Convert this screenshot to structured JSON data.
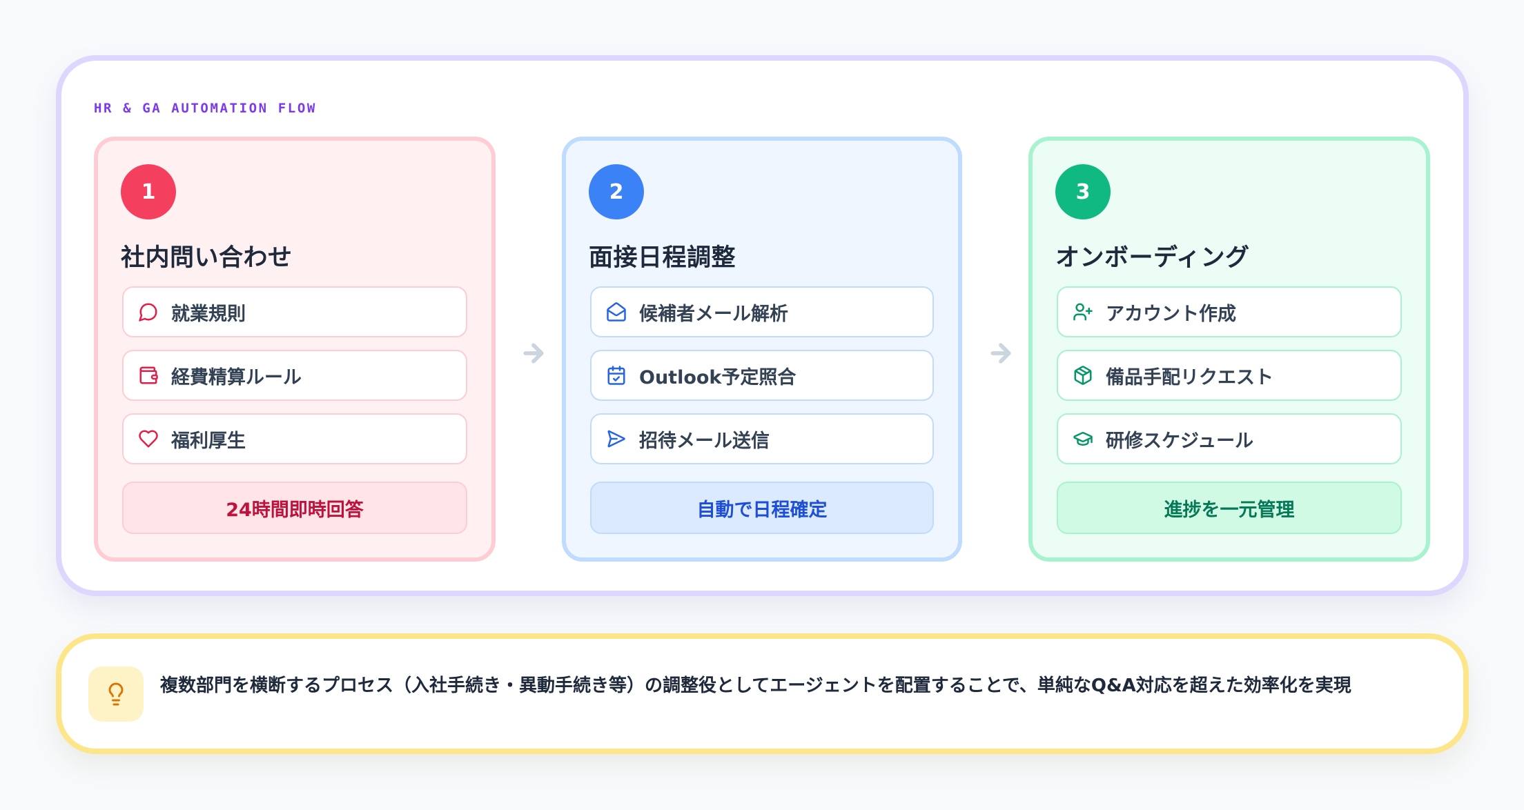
{
  "flow": {
    "label": "HR & GA AUTOMATION FLOW",
    "border_color": "#ddd6fe",
    "label_color": "#7c3aed"
  },
  "stages": [
    {
      "number": "1",
      "title": "社内問い合わせ",
      "accent": "#f43f5e",
      "items": [
        {
          "icon": "message-circle-icon",
          "label": "就業規則"
        },
        {
          "icon": "wallet-icon",
          "label": "経費精算ルール"
        },
        {
          "icon": "heart-icon",
          "label": "福利厚生"
        }
      ],
      "footer": "24時間即時回答"
    },
    {
      "number": "2",
      "title": "面接日程調整",
      "accent": "#3b82f6",
      "items": [
        {
          "icon": "mail-open-icon",
          "label": "候補者メール解析"
        },
        {
          "icon": "calendar-check-icon",
          "label": "Outlook予定照合"
        },
        {
          "icon": "send-icon",
          "label": "招待メール送信"
        }
      ],
      "footer": "自動で日程確定"
    },
    {
      "number": "3",
      "title": "オンボーディング",
      "accent": "#10b981",
      "items": [
        {
          "icon": "user-plus-icon",
          "label": "アカウント作成"
        },
        {
          "icon": "package-icon",
          "label": "備品手配リクエスト"
        },
        {
          "icon": "graduation-cap-icon",
          "label": "研修スケジュール"
        }
      ],
      "footer": "進捗を一元管理"
    }
  ],
  "arrows": [
    "arrow-right-icon",
    "arrow-right-icon"
  ],
  "note": {
    "icon": "lightbulb-icon",
    "text": "複数部門を横断するプロセス（入社手続き・異動手続き等）の調整役としてエージェントを配置することで、単純なQ&A対応を超えた効率化を実現",
    "border_color": "#fde68a"
  }
}
